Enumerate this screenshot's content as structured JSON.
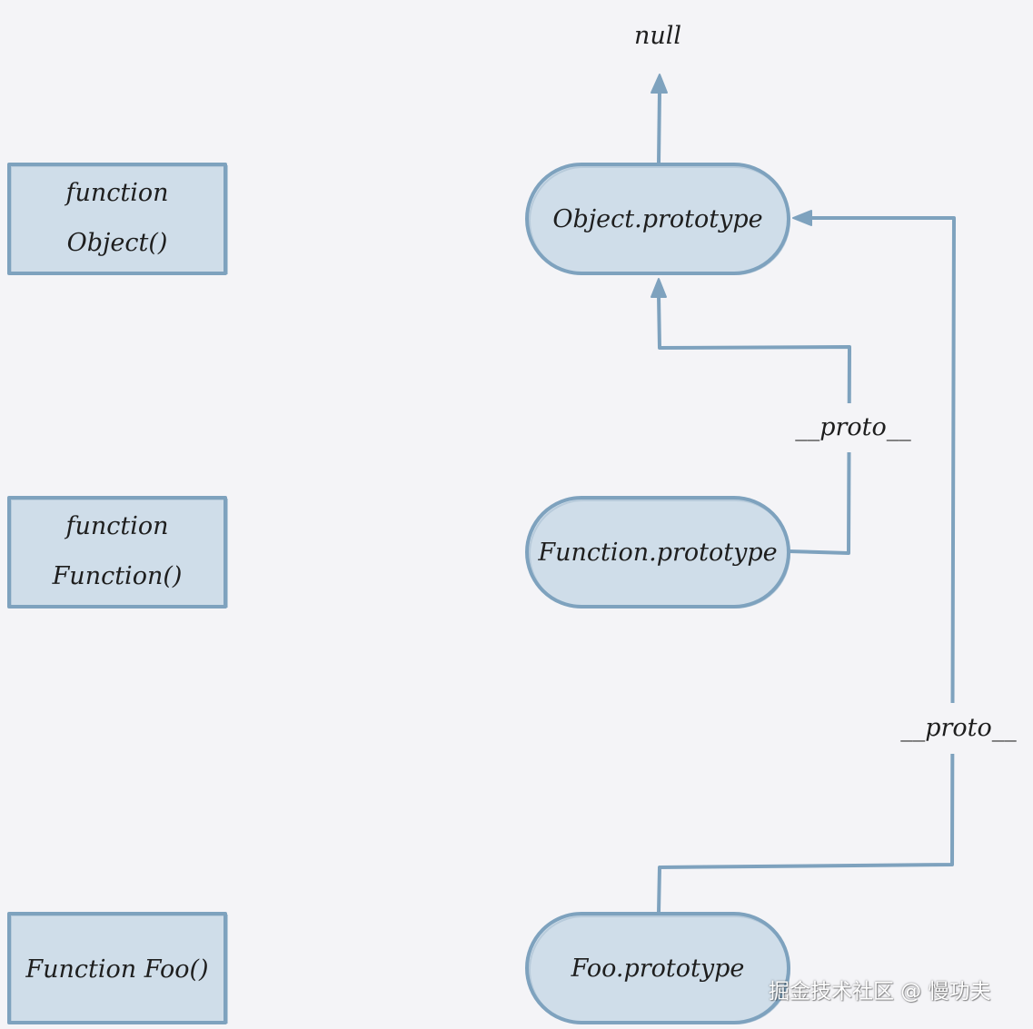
{
  "diagram": {
    "constructors": {
      "object_line1": "function",
      "object_line2": "Object()",
      "function_line1": "function",
      "function_line2": "Function()",
      "foo": "Function Foo()"
    },
    "prototypes": {
      "object": "Object.prototype",
      "function": "Function.prototype",
      "foo": "Foo.prototype"
    },
    "null_label": "null",
    "edges": {
      "function_proto_label": "__proto__",
      "foo_proto_label": "__proto__"
    }
  },
  "colors": {
    "background": "#f4f4f7",
    "node_fill": "#cfdde9",
    "stroke": "#7ea2be",
    "text": "#1e1e1e"
  },
  "watermark": "掘金技术社区 @ 慢功夫"
}
